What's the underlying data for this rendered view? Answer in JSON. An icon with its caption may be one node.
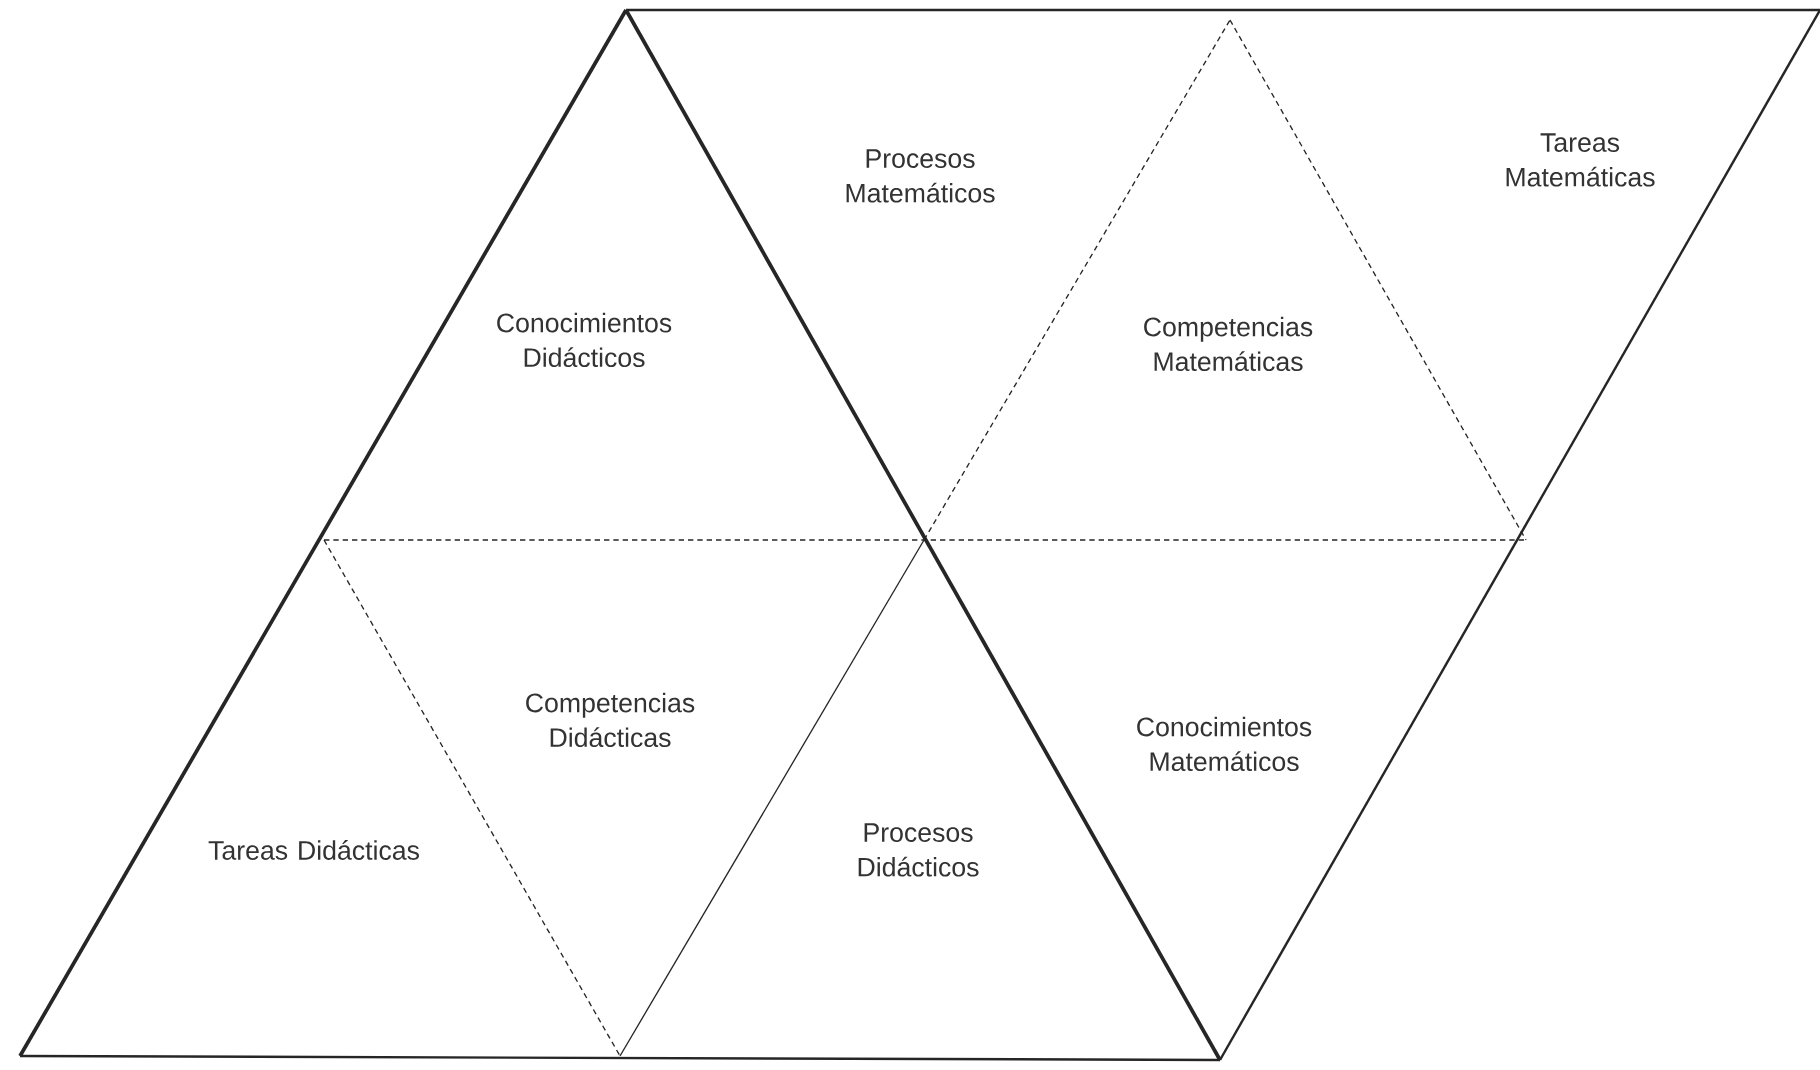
{
  "diagram": {
    "nodes": [
      {
        "text": [
          "Procesos Matemáticos"
        ]
      },
      {
        "text": [
          "Tareas Matemáticas"
        ]
      },
      {
        "text": [
          "Conocimientos Didácticos"
        ]
      },
      {
        "text": [
          "Competencias Matemáticas"
        ]
      },
      {
        "text": [
          "Competencias Didácticas"
        ]
      },
      {
        "text": [
          "Conocimientos Matemáticos"
        ]
      },
      {
        "text": [
          "Tareas Didácticas"
        ]
      },
      {
        "text": [
          "Procesos Didácticos"
        ]
      }
    ]
  }
}
